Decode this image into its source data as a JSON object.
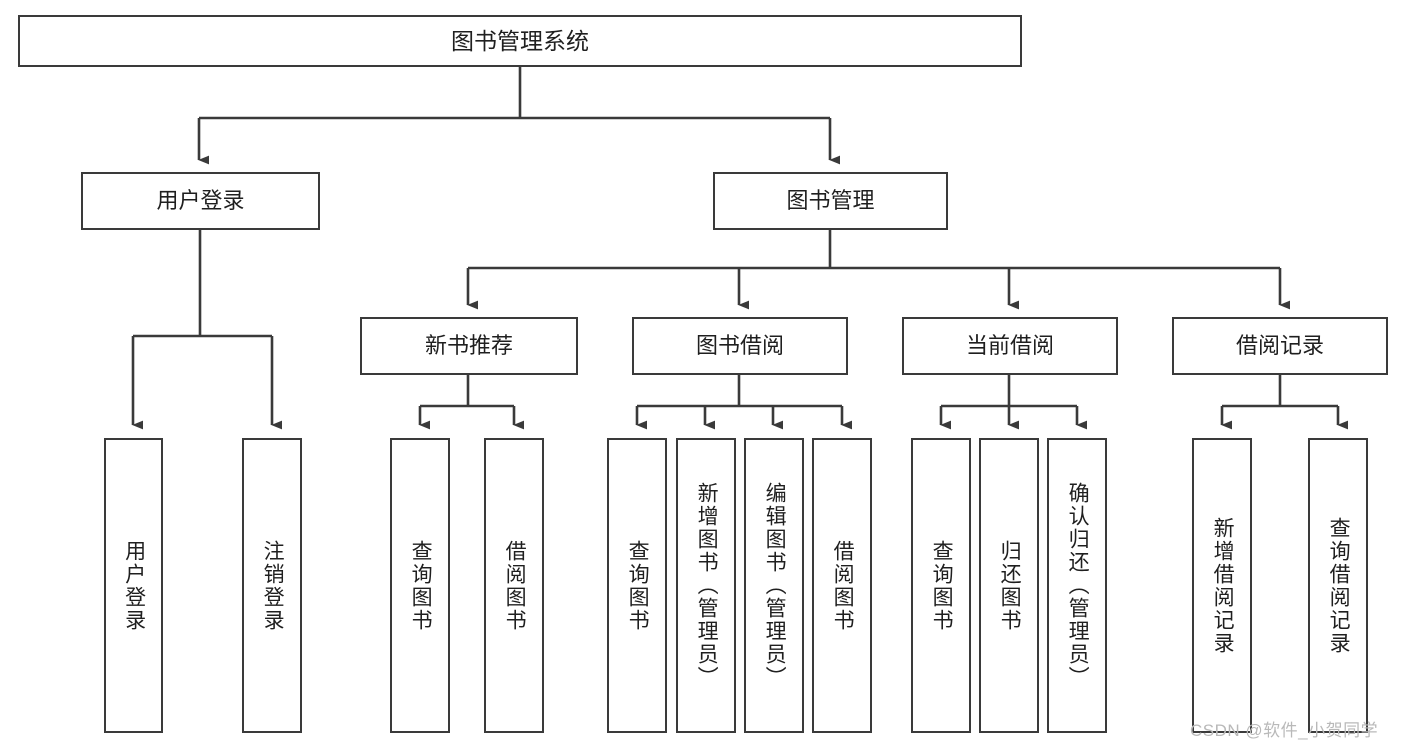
{
  "diagram": {
    "title": "图书管理系统",
    "type": "functional-structure-tree",
    "root": {
      "label": "图书管理系统"
    },
    "level2": [
      {
        "label": "用户登录"
      },
      {
        "label": "图书管理"
      }
    ],
    "level3": [
      {
        "label": "新书推荐"
      },
      {
        "label": "图书借阅"
      },
      {
        "label": "当前借阅"
      },
      {
        "label": "借阅记录"
      }
    ],
    "leaves": {
      "user_login": [
        {
          "label": "用户登录"
        },
        {
          "label": "注销登录"
        }
      ],
      "new_book_recommend": [
        {
          "label": "查询图书"
        },
        {
          "label": "借阅图书"
        }
      ],
      "book_borrow": [
        {
          "label": "查询图书"
        },
        {
          "label": "新增图书（管理员）"
        },
        {
          "label": "编辑图书（管理员）"
        },
        {
          "label": "借阅图书"
        }
      ],
      "current_borrow": [
        {
          "label": "查询图书"
        },
        {
          "label": "归还图书"
        },
        {
          "label": "确认归还（管理员）"
        }
      ],
      "borrow_record": [
        {
          "label": "新增借阅记录"
        },
        {
          "label": "查询借阅记录"
        }
      ]
    }
  },
  "watermark": {
    "text": "CSDN @软件_小贺同学"
  },
  "colors": {
    "stroke": "#3a3a3a",
    "fill": "#ffffff",
    "text": "#1f1f1f",
    "watermark": "#b9b9b9"
  }
}
